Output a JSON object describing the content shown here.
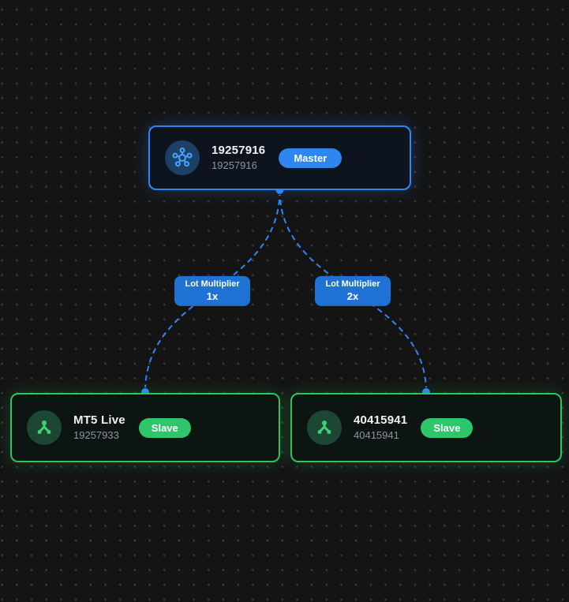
{
  "canvas": {
    "background": "#141414",
    "dot_color": "#3b3b3b"
  },
  "nodes": [
    {
      "role": "master",
      "title": "19257916",
      "subtitle": "19257916",
      "badge": "Master",
      "icon": "network-hub-icon",
      "accent": "#2f86f7"
    },
    {
      "role": "slave",
      "title": "MT5 Live",
      "subtitle": "19257933",
      "badge": "Slave",
      "icon": "branch-icon",
      "accent": "#2bc45f"
    },
    {
      "role": "slave",
      "title": "40415941",
      "subtitle": "40415941",
      "badge": "Slave",
      "icon": "branch-icon",
      "accent": "#2bc45f"
    }
  ],
  "edges": [
    {
      "source": "19257916",
      "target": "MT5 Live",
      "label_title": "Lot Multiplier",
      "label_value": "1x"
    },
    {
      "source": "19257916",
      "target": "40415941",
      "label_title": "Lot Multiplier",
      "label_value": "2x"
    }
  ],
  "colors": {
    "edge": "#2f86f7",
    "edge_label_bg": "#1f72d4",
    "master_accent": "#2f86f7",
    "master_badge_bg": "#2e86f0",
    "slave_accent": "#2bc45f",
    "slave_badge_bg": "#2dc66a",
    "node_bg": "#0e141d",
    "title_text": "#eef2f6",
    "subtitle_text": "#8a93a0"
  }
}
